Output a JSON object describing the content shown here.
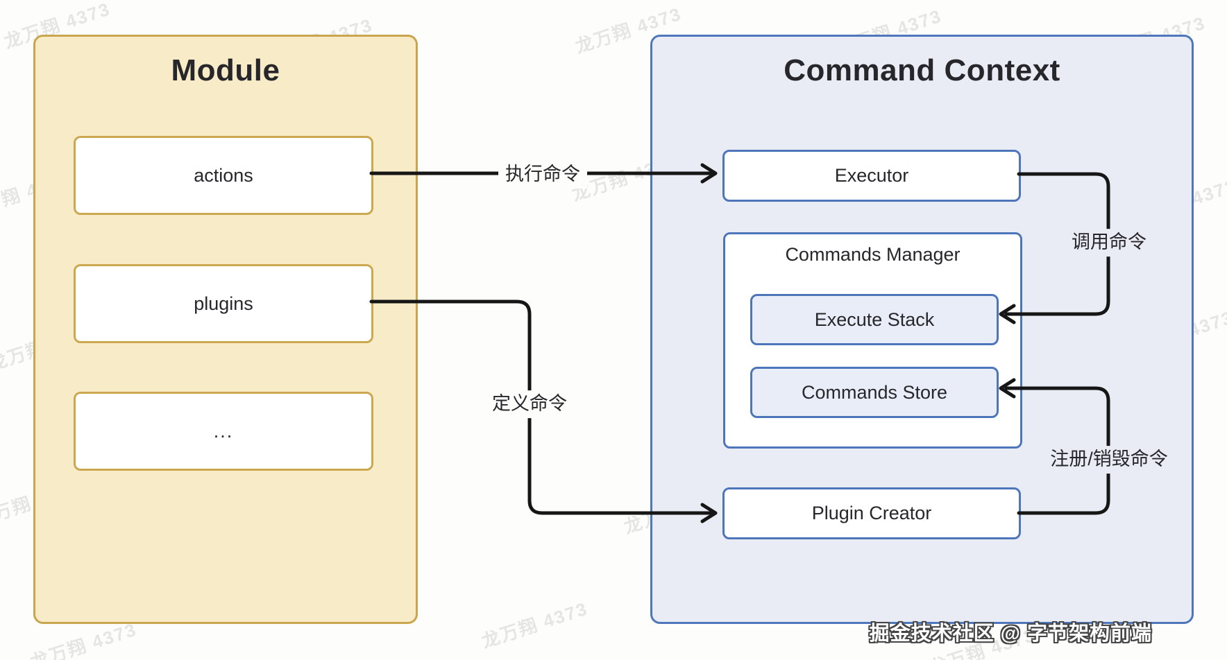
{
  "watermark": {
    "text": "龙万翔 4373"
  },
  "caption": "掘金技术社区 @ 字节架构前端",
  "module": {
    "title": "Module",
    "items": [
      {
        "label": "actions"
      },
      {
        "label": "plugins"
      },
      {
        "label": "..."
      }
    ]
  },
  "command_context": {
    "title": "Command Context",
    "executor": "Executor",
    "commands_manager": {
      "title": "Commands Manager",
      "execute_stack": "Execute Stack",
      "commands_store": "Commands Store"
    },
    "plugin_creator": "Plugin Creator"
  },
  "arrows": [
    {
      "label": "执行命令",
      "from": "actions",
      "to": "Executor"
    },
    {
      "label": "定义命令",
      "from": "plugins",
      "to": "Plugin Creator"
    },
    {
      "label": "调用命令",
      "from": "Executor",
      "to": "Execute Stack"
    },
    {
      "label": "注册/销毁命令",
      "from": "Plugin Creator",
      "to": "Commands Store"
    }
  ],
  "colors": {
    "canvas_bg": "#FDFDFB",
    "module_fill": "#F8ECC8",
    "module_border": "#C9A54D",
    "context_fill": "#E9ECF5",
    "context_border": "#4E77BB",
    "inner_blue_fill": "#E9EDF7",
    "inner_blue_border": "#4D76BA",
    "text": "#26262B",
    "arrow": "#161616"
  }
}
